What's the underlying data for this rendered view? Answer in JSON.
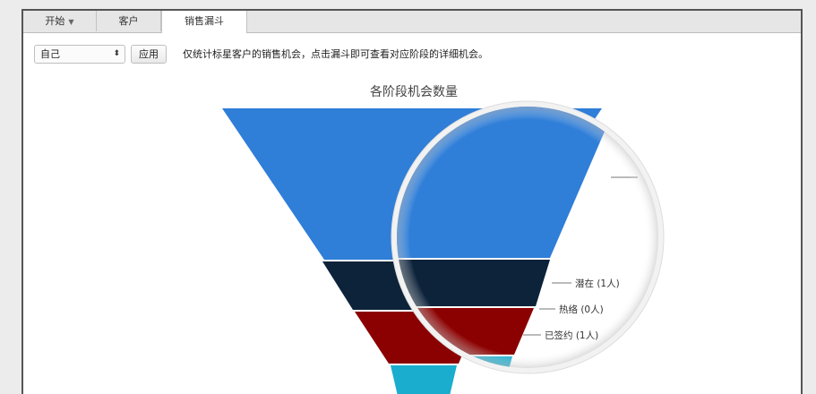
{
  "tabs": [
    {
      "label": "开始",
      "has_caret": true,
      "active": false
    },
    {
      "label": "客户",
      "active": false
    },
    {
      "label": "销售漏斗",
      "active": true
    }
  ],
  "filter": {
    "selected": "自己",
    "apply_label": "应用",
    "hint": "仅统计标星客户的销售机会，点击漏斗即可查看对应阶段的详细机会。"
  },
  "chart_data": {
    "type": "funnel",
    "title": "各阶段机会数量",
    "stages": [
      {
        "name": "",
        "label": "",
        "color": "#2f7ed8"
      },
      {
        "name": "潜在",
        "label": "潜在 (1人)",
        "value": 1,
        "color": "#0d233a"
      },
      {
        "name": "热络",
        "label": "热络 (0人)",
        "value": 0,
        "color": "#8b0000"
      },
      {
        "name": "已签约",
        "label": "已签约 (1人)",
        "value": 1,
        "color": "#1aadce"
      }
    ]
  }
}
